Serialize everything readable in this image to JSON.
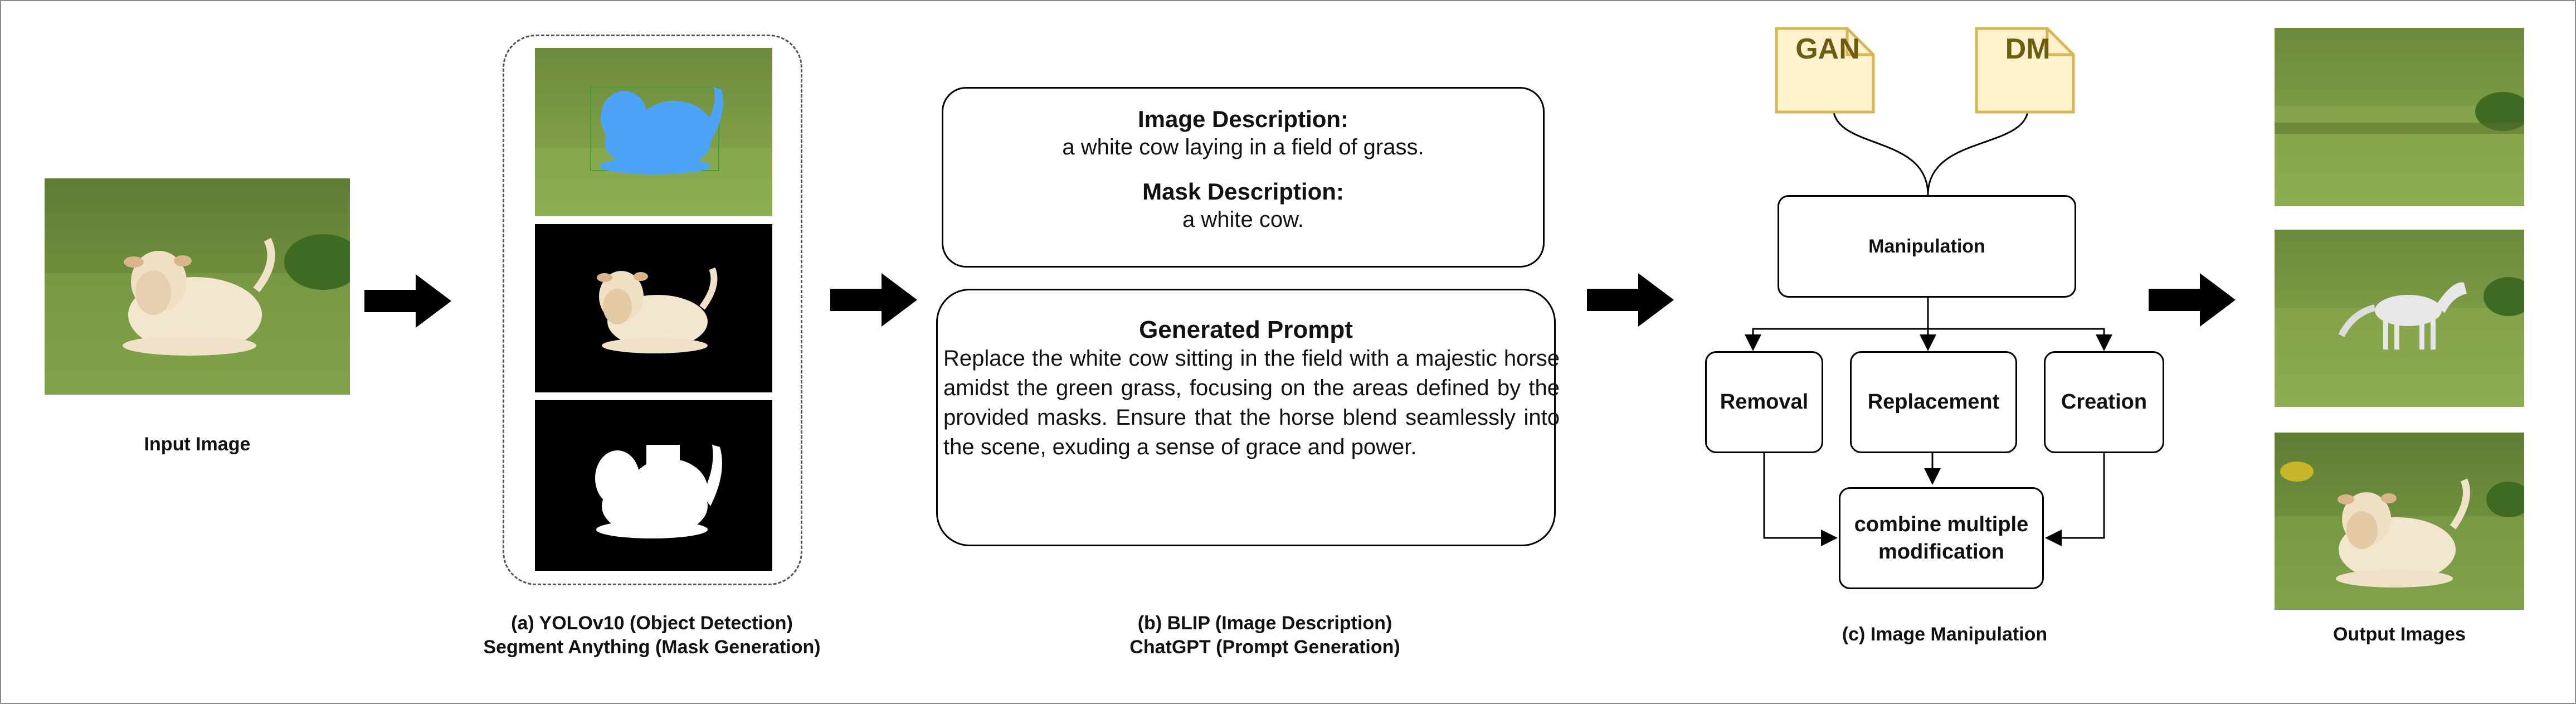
{
  "captions": {
    "input": "Input Image",
    "stage_a_line1": "(a) YOLOv10 (Object Detection)",
    "stage_a_line2": "Segment Anything (Mask Generation)",
    "stage_b_line1": "(b) BLIP (Image Description)",
    "stage_b_line2": "ChatGPT (Prompt Generation)",
    "stage_c": "(c) Image Manipulation",
    "output": "Output Images"
  },
  "description_box": {
    "image_title": "Image Description:",
    "image_text": "a white cow laying in a field of grass.",
    "mask_title": "Mask Description:",
    "mask_text": "a white cow."
  },
  "prompt_box": {
    "title": "Generated Prompt",
    "text": "Replace the white cow sitting in the field with a majestic horse amidst the green grass, focusing on the areas defined by the provided masks. Ensure that the horse blend seamlessly into the scene, exuding a sense of grace and power."
  },
  "models": {
    "gan": "GAN",
    "dm": "DM"
  },
  "nodes": {
    "manipulation": "Manipulation",
    "removal": "Removal",
    "replacement": "Replacement",
    "creation": "Creation",
    "combine": "combine multiple modification"
  },
  "colors": {
    "doc_fill": "#fff2cc",
    "doc_stroke": "#d6b656",
    "doc_text": "#6e5d10",
    "mask_overlay": "#4da3f5",
    "grass": "#6f8f3a"
  },
  "icons": {
    "cow": "cow-photo",
    "horse": "horse-photo",
    "arrow": "thick-right-arrow-icon"
  }
}
